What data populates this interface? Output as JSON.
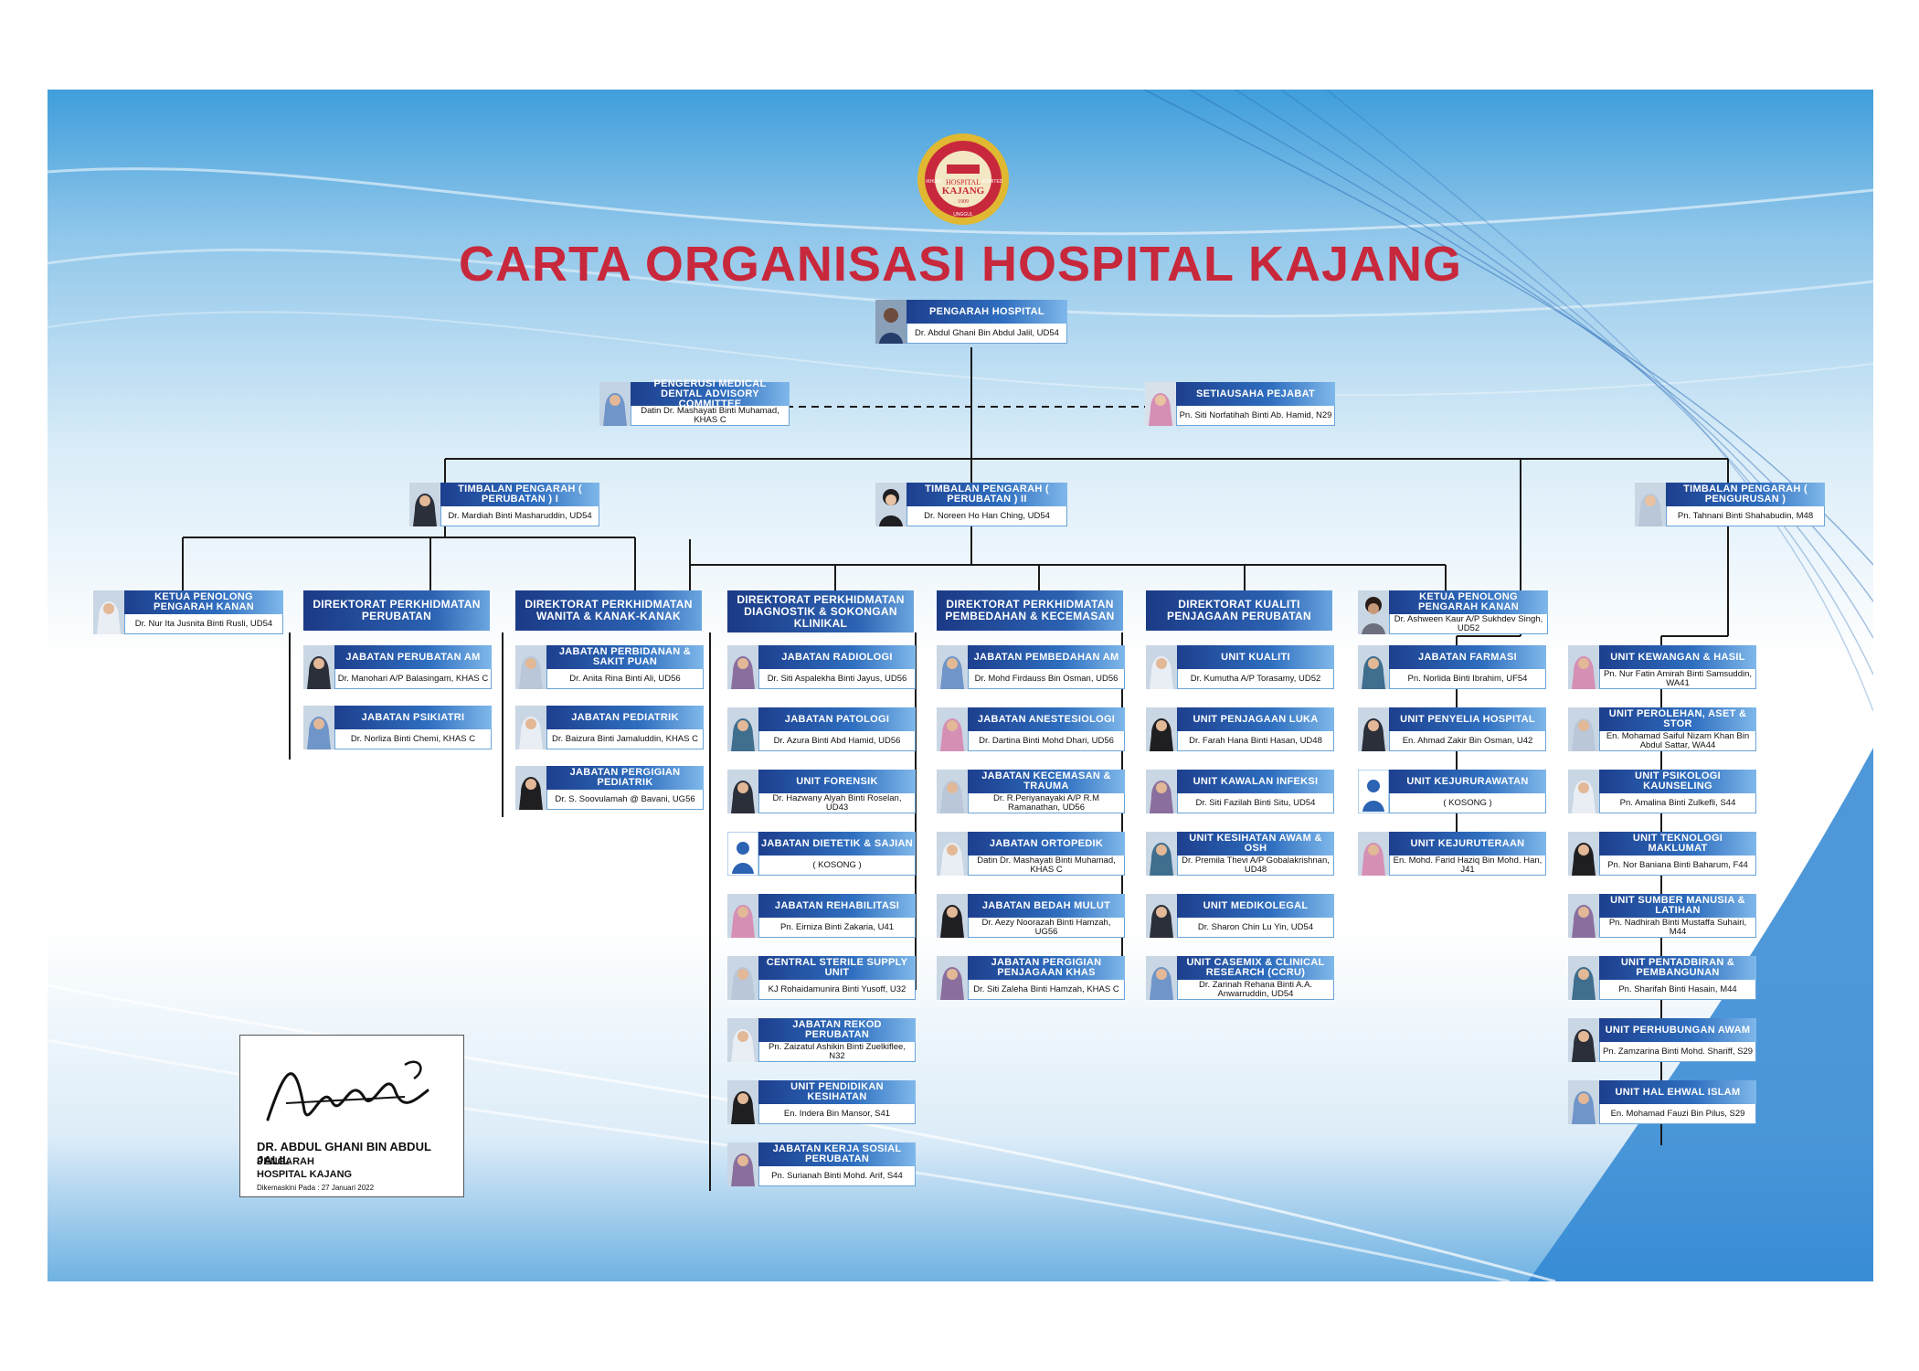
{
  "title": "CARTA ORGANISASI HOSPITAL KAJANG",
  "logo": {
    "top": "HOSPITAL",
    "name": "KAJANG",
    "year": "1909",
    "motto_left": "IKHLAS",
    "motto_right": "KOMITED",
    "motto_bottom": "UNGGUL"
  },
  "colors": {
    "title": "#c8283c",
    "band_dark": "#1d3f8e",
    "band_light": "#7fb8ea",
    "line": "#1a1a1a"
  },
  "director": {
    "title": "PENGARAH HOSPITAL",
    "name": "Dr. Abdul Ghani Bin Abdul Jalil, UD54"
  },
  "mdac": {
    "title": "PENGERUSI MEDICAL DENTAL ADVISORY COMMITTEE",
    "name": "Datin Dr. Mashayati Binti Muhamad, KHAS C"
  },
  "secretary": {
    "title": "SETIAUSAHA PEJABAT",
    "name": "Pn. Siti Norfatihah Binti Ab. Hamid, N29"
  },
  "deputy1": {
    "title": "TIMBALAN PENGARAH ( PERUBATAN ) I",
    "name": "Dr. Mardiah Binti Masharuddin, UD54"
  },
  "deputy2": {
    "title": "TIMBALAN PENGARAH ( PERUBATAN ) II",
    "name": "Dr. Noreen Ho Han Ching, UD54"
  },
  "deputy3": {
    "title": "TIMBALAN PENGARAH ( PENGURUSAN )",
    "name": "Pn. Tahnani Binti Shahabudin, M48"
  },
  "kpp1": {
    "title": "KETUA PENOLONG PENGARAH KANAN",
    "name": "Dr. Nur Ita Jusnita Binti Rusli, UD54"
  },
  "kpp2": {
    "title": "KETUA PENOLONG PENGARAH KANAN",
    "name": "Dr. Ashween Kaur A/P Sukhdev Singh, UD52"
  },
  "directorates": [
    "DIREKTORAT PERKHIDMATAN PERUBATAN",
    "DIREKTORAT PERKHIDMATAN WANITA & KANAK-KANAK",
    "DIREKTORAT PERKHIDMATAN DIAGNOSTIK & SOKONGAN KLINIKAL",
    "DIREKTORAT PERKHIDMATAN PEMBEDAHAN & KECEMASAN",
    "DIREKTORAT KUALITI PENJAGAAN PERUBATAN"
  ],
  "col_perubatan": [
    {
      "title": "JABATAN PERUBATAN AM",
      "name": "Dr. Manohari A/P Balasingam, KHAS C"
    },
    {
      "title": "JABATAN PSIKIATRI",
      "name": "Dr. Norliza Binti Chemi, KHAS C"
    }
  ],
  "col_wanita": [
    {
      "title": "JABATAN PERBIDANAN & SAKIT PUAN",
      "name": "Dr. Anita Rina Binti Ali, UD56"
    },
    {
      "title": "JABATAN PEDIATRIK",
      "name": "Dr. Baizura Binti Jamaluddin, KHAS C"
    },
    {
      "title": "JABATAN PERGIGIAN PEDIATRIK",
      "name": "Dr. S. Soovulamah @ Bavani, UG56"
    }
  ],
  "col_diagnostik": [
    {
      "title": "JABATAN RADIOLOGI",
      "name": "Dr. Siti Aspalekha Binti Jayus, UD56"
    },
    {
      "title": "JABATAN PATOLOGI",
      "name": "Dr. Azura Binti Abd Hamid, UD56"
    },
    {
      "title": "UNIT FORENSIK",
      "name": "Dr. Hazwany Alyah Binti Roselan, UD43"
    },
    {
      "title": "JABATAN DIETETIK & SAJIAN",
      "name": "( KOSONG )",
      "vacant": true
    },
    {
      "title": "JABATAN REHABILITASI",
      "name": "Pn. Eirniza Binti Zakaria, U41"
    },
    {
      "title": "CENTRAL STERILE SUPPLY UNIT",
      "name": "KJ Rohaidamunira Binti Yusoff, U32"
    },
    {
      "title": "JABATAN REKOD PERUBATAN",
      "name": "Pn. Zaizatul Ashikin Binti Zuelkiflee, N32"
    },
    {
      "title": "UNIT PENDIDIKAN KESIHATAN",
      "name": "En. Indera Bin Mansor, S41"
    },
    {
      "title": "JABATAN KERJA SOSIAL PERUBATAN",
      "name": "Pn. Surianah Binti Mohd. Arif, S44"
    }
  ],
  "col_pembedahan": [
    {
      "title": "JABATAN PEMBEDAHAN AM",
      "name": "Dr. Mohd Firdauss Bin Osman, UD56"
    },
    {
      "title": "JABATAN ANESTESIOLOGI",
      "name": "Dr. Dartina Binti Mohd Dhari, UD56"
    },
    {
      "title": "JABATAN KECEMASAN & TRAUMA",
      "name": "Dr. R.Periyanayaki A/P R.M Ramanathan, UD56"
    },
    {
      "title": "JABATAN ORTOPEDIK",
      "name": "Datin Dr. Mashayati Binti Muhamad, KHAS C"
    },
    {
      "title": "JABATAN BEDAH MULUT",
      "name": "Dr. Aezy Noorazah Binti Hamzah, UG56"
    },
    {
      "title": "JABATAN PERGIGIAN PENJAGAAN KHAS",
      "name": "Dr. Siti Zaleha Binti Hamzah, KHAS C"
    }
  ],
  "col_kualiti": [
    {
      "title": "UNIT KUALITI",
      "name": "Dr. Kumutha A/P Torasamy, UD52"
    },
    {
      "title": "UNIT PENJAGAAN LUKA",
      "name": "Dr. Farah Hana Binti Hasan, UD48"
    },
    {
      "title": "UNIT KAWALAN INFEKSI",
      "name": "Dr. Siti Fazilah Binti Situ, UD54"
    },
    {
      "title": "UNIT KESIHATAN AWAM & OSH",
      "name": "Dr. Premila Thevi A/P Gobalakrishnan, UD48"
    },
    {
      "title": "UNIT MEDIKOLEGAL",
      "name": "Dr. Sharon Chin Lu Yin, UD54"
    },
    {
      "title": "UNIT CASEMIX & CLINICAL RESEARCH (CCRU)",
      "name": "Dr. Zarinah Rehana Binti A.A. Anwarruddin, UD54"
    }
  ],
  "col_farmasi": [
    {
      "title": "JABATAN FARMASI",
      "name": "Pn. Norlida Binti Ibrahim, UF54"
    },
    {
      "title": "UNIT PENYELIA HOSPITAL",
      "name": "En. Ahmad Zakir Bin Osman, U42"
    },
    {
      "title": "UNIT KEJURURAWATAN",
      "name": "( KOSONG )",
      "vacant": true
    },
    {
      "title": "UNIT KEJURUTERAAN",
      "name": "En. Mohd. Farid Haziq Bin Mohd. Han, J41"
    }
  ],
  "col_pengurusan": [
    {
      "title": "UNIT KEWANGAN & HASIL",
      "name": "Pn. Nur Fatin Amirah Binti Samsuddin, WA41"
    },
    {
      "title": "UNIT PEROLEHAN, ASET & STOR",
      "name": "En. Mohamad Saiful Nizam Khan Bin Abdul Sattar, WA44"
    },
    {
      "title": "UNIT PSIKOLOGI KAUNSELING",
      "name": "Pn. Amalina Binti Zulkefli, S44"
    },
    {
      "title": "UNIT TEKNOLOGI MAKLUMAT",
      "name": "Pn. Nor Baniana Binti Baharum, F44"
    },
    {
      "title": "UNIT SUMBER MANUSIA & LATIHAN",
      "name": "Pn. Nadhirah Binti Mustaffa Suhairi, M44"
    },
    {
      "title": "UNIT PENTADBIRAN & PEMBANGUNAN",
      "name": "Pn. Sharifah Binti Hasain, M44"
    },
    {
      "title": "UNIT PERHUBUNGAN AWAM",
      "name": "Pn. Zamzarina Binti Mohd. Shariff, S29"
    },
    {
      "title": "UNIT HAL EHWAL ISLAM",
      "name": "En. Mohamad Fauzi Bin Pilus, S29"
    }
  ],
  "signature": {
    "name": "DR. ABDUL GHANI BIN ABDUL JALIL",
    "role": "PENGARAH",
    "hospital": "HOSPITAL KAJANG",
    "updated": "Dikemaskini Pada : 27 Januari 2022"
  }
}
